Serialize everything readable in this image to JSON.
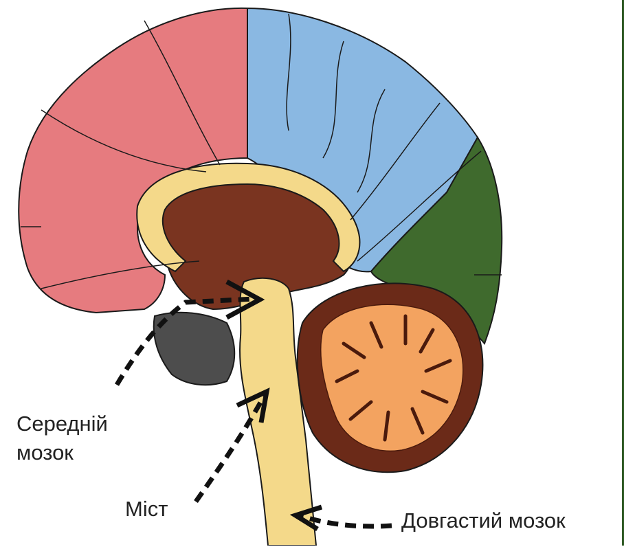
{
  "labels": {
    "midbrain_line1": "Середній",
    "midbrain_line2": "мозок",
    "pons": "Міст",
    "medulla": "Довгастий мозок"
  },
  "colors": {
    "frontal_lobe": "#e67b7f",
    "parietal_lobe": "#8ab8e2",
    "occipital_lobe": "#3f6a2d",
    "cerebellum_outer": "#6b2a18",
    "cerebellum_inner": "#f3a360",
    "brainstem": "#f4d98a",
    "diencephalon": "#7a3420",
    "midbrain_region": "#4d4d4d",
    "outline": "#1a1a1a"
  }
}
